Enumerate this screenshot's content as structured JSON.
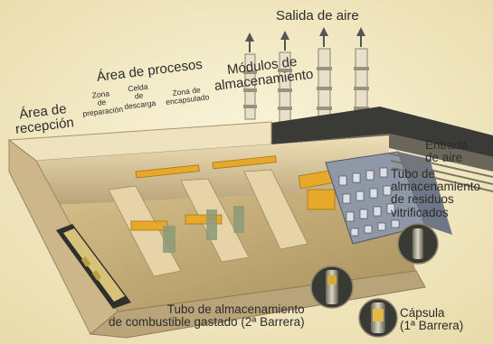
{
  "labels": {
    "air_outlet": "Salida de aire",
    "process_area": "Área de procesos",
    "storage_modules": "Módulos de\nalmacenamiento",
    "reception_area": "Área de\nrecepción",
    "prep_zone": "Zona\nde\npreparación",
    "unload_cell": "Celda\nde\ndescarga",
    "encap_zone": "Zona de\nencapsulado",
    "air_inlet": "Entrada\nde aire",
    "vitrified_tube": "Tubo de\nalmacenamiento\nde residuos\nvitrificados",
    "fuel_tube": "Tubo de almacenamiento\nde combustible gastado (2ª Barrera)",
    "capsule": "Cápsula\n(1ª Barrera)"
  },
  "colors": {
    "background": "#f2eac6",
    "building": "#d9c79e",
    "accent": "#e6a92a"
  }
}
